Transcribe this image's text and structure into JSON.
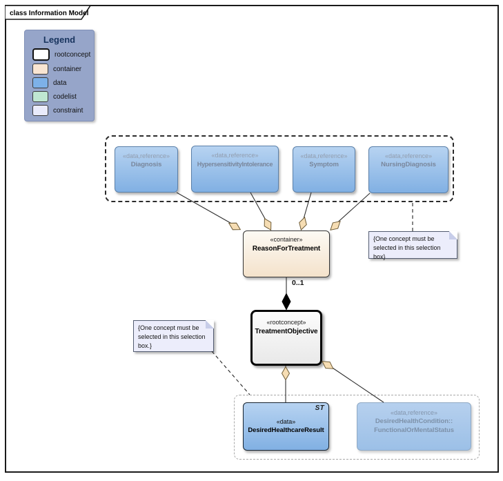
{
  "frame_title": "class Information Model",
  "legend": {
    "title": "Legend",
    "items": [
      {
        "label": "rootconcept",
        "color": "#ffffff"
      },
      {
        "label": "container",
        "color": "#f9e5d2"
      },
      {
        "label": "data",
        "color": "#7db1e8"
      },
      {
        "label": "codelist",
        "color": "#bfe7d2"
      },
      {
        "label": "constraint",
        "color": "#e9ebfb"
      }
    ]
  },
  "top_group": {
    "classes": [
      {
        "stereotype": "«data,reference»",
        "name": "Diagnosis"
      },
      {
        "stereotype": "«data,reference»",
        "name": "HypersensitivityIntolerance"
      },
      {
        "stereotype": "«data,reference»",
        "name": "Symptom"
      },
      {
        "stereotype": "«data,reference»",
        "name": "NursingDiagnosis"
      }
    ]
  },
  "reason_class": {
    "stereotype": "«container»",
    "name": "ReasonForTreatment"
  },
  "root_class": {
    "stereotype": "«rootconcept»",
    "name": "TreatmentObjective"
  },
  "bottom_group": {
    "tag": "ST",
    "desired_result": {
      "stereotype": "«data»",
      "name": "DesiredHealthcareResult"
    },
    "desired_condition": {
      "stereotype": "«data,reference»",
      "name_line1": "DesiredHealthCondition::",
      "name_line2": "FunctionalOrMentalStatus"
    }
  },
  "notes": {
    "right": "{One concept must be selected in this selection box}",
    "left": "{One concept must be selected in this selection box.}"
  },
  "labels": {
    "multiplicity": "0..1"
  },
  "colors": {
    "data_blue": "#7db1e8",
    "container_peach": "#f9e5d2",
    "diamond_tan": "#f6ddb3",
    "legend_bg": "#96a5c9",
    "note_bg": "#ecedfb"
  }
}
